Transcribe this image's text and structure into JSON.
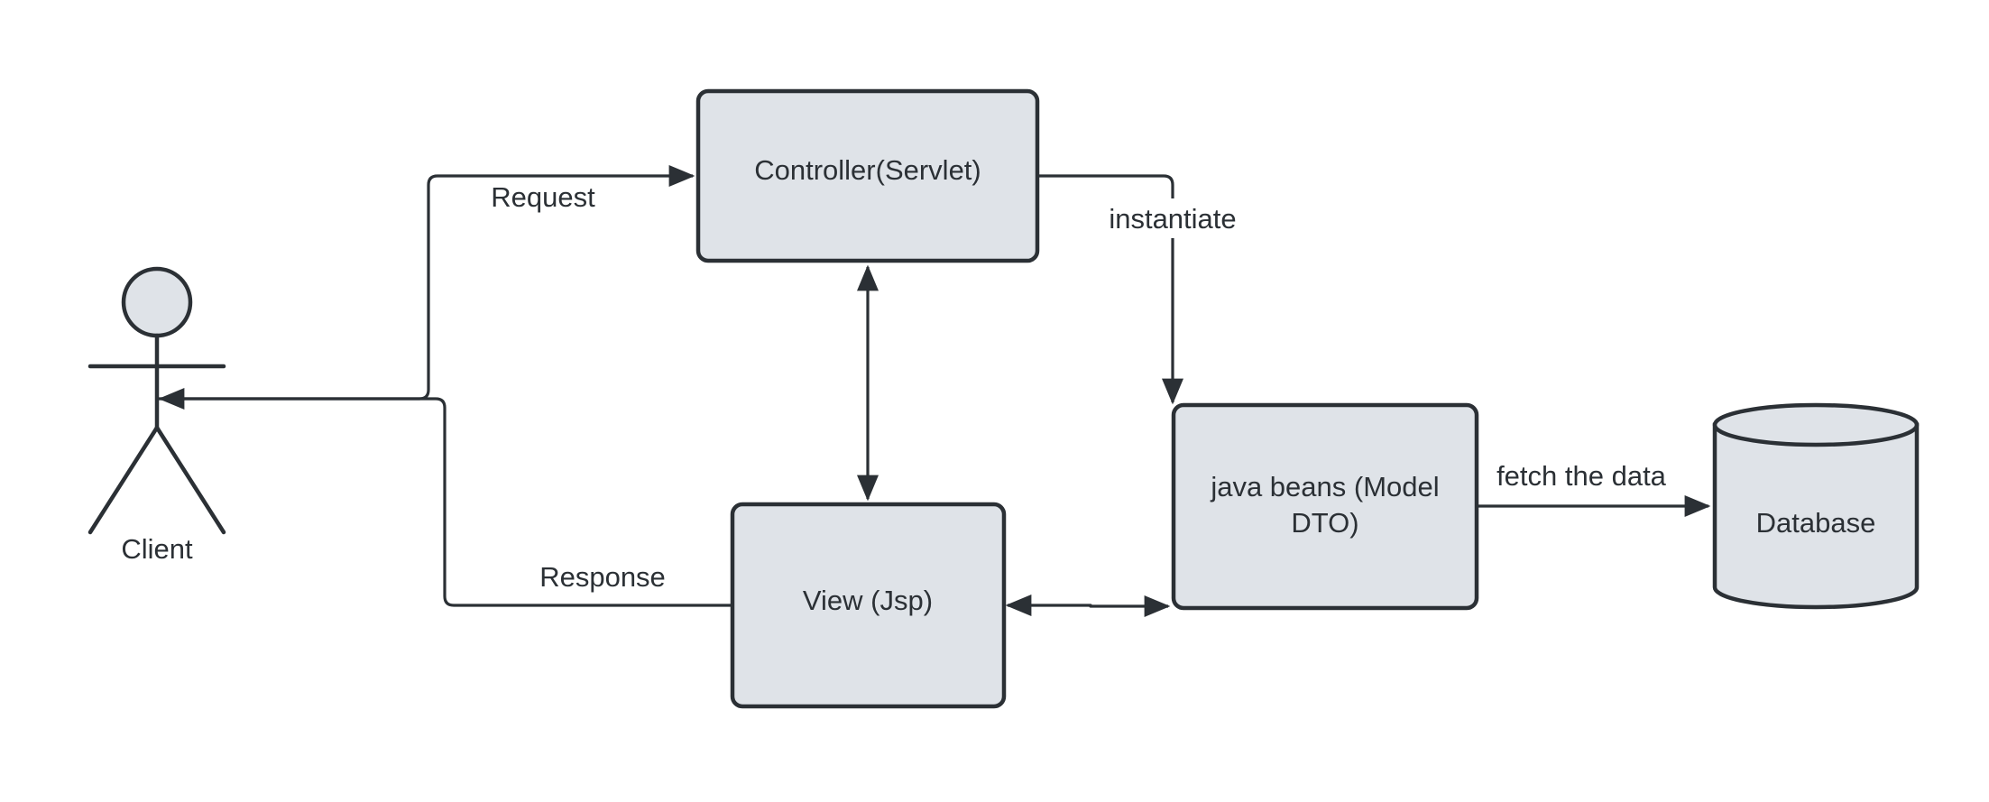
{
  "diagram": {
    "actor": {
      "label": "Client"
    },
    "nodes": {
      "controller": {
        "label": "Controller(Servlet)"
      },
      "view": {
        "label": "View (Jsp)"
      },
      "model": {
        "line1": "java beans (Model",
        "line2": "DTO)"
      },
      "database": {
        "label": "Database"
      }
    },
    "edges": {
      "request": {
        "label": "Request"
      },
      "response": {
        "label": "Response"
      },
      "instantiate": {
        "label": "instantiate"
      },
      "fetch": {
        "label": "fetch the data"
      }
    },
    "colors": {
      "line": "#2b3035",
      "shape_fill": "#dfe3e8",
      "background": "#ffffff"
    }
  }
}
